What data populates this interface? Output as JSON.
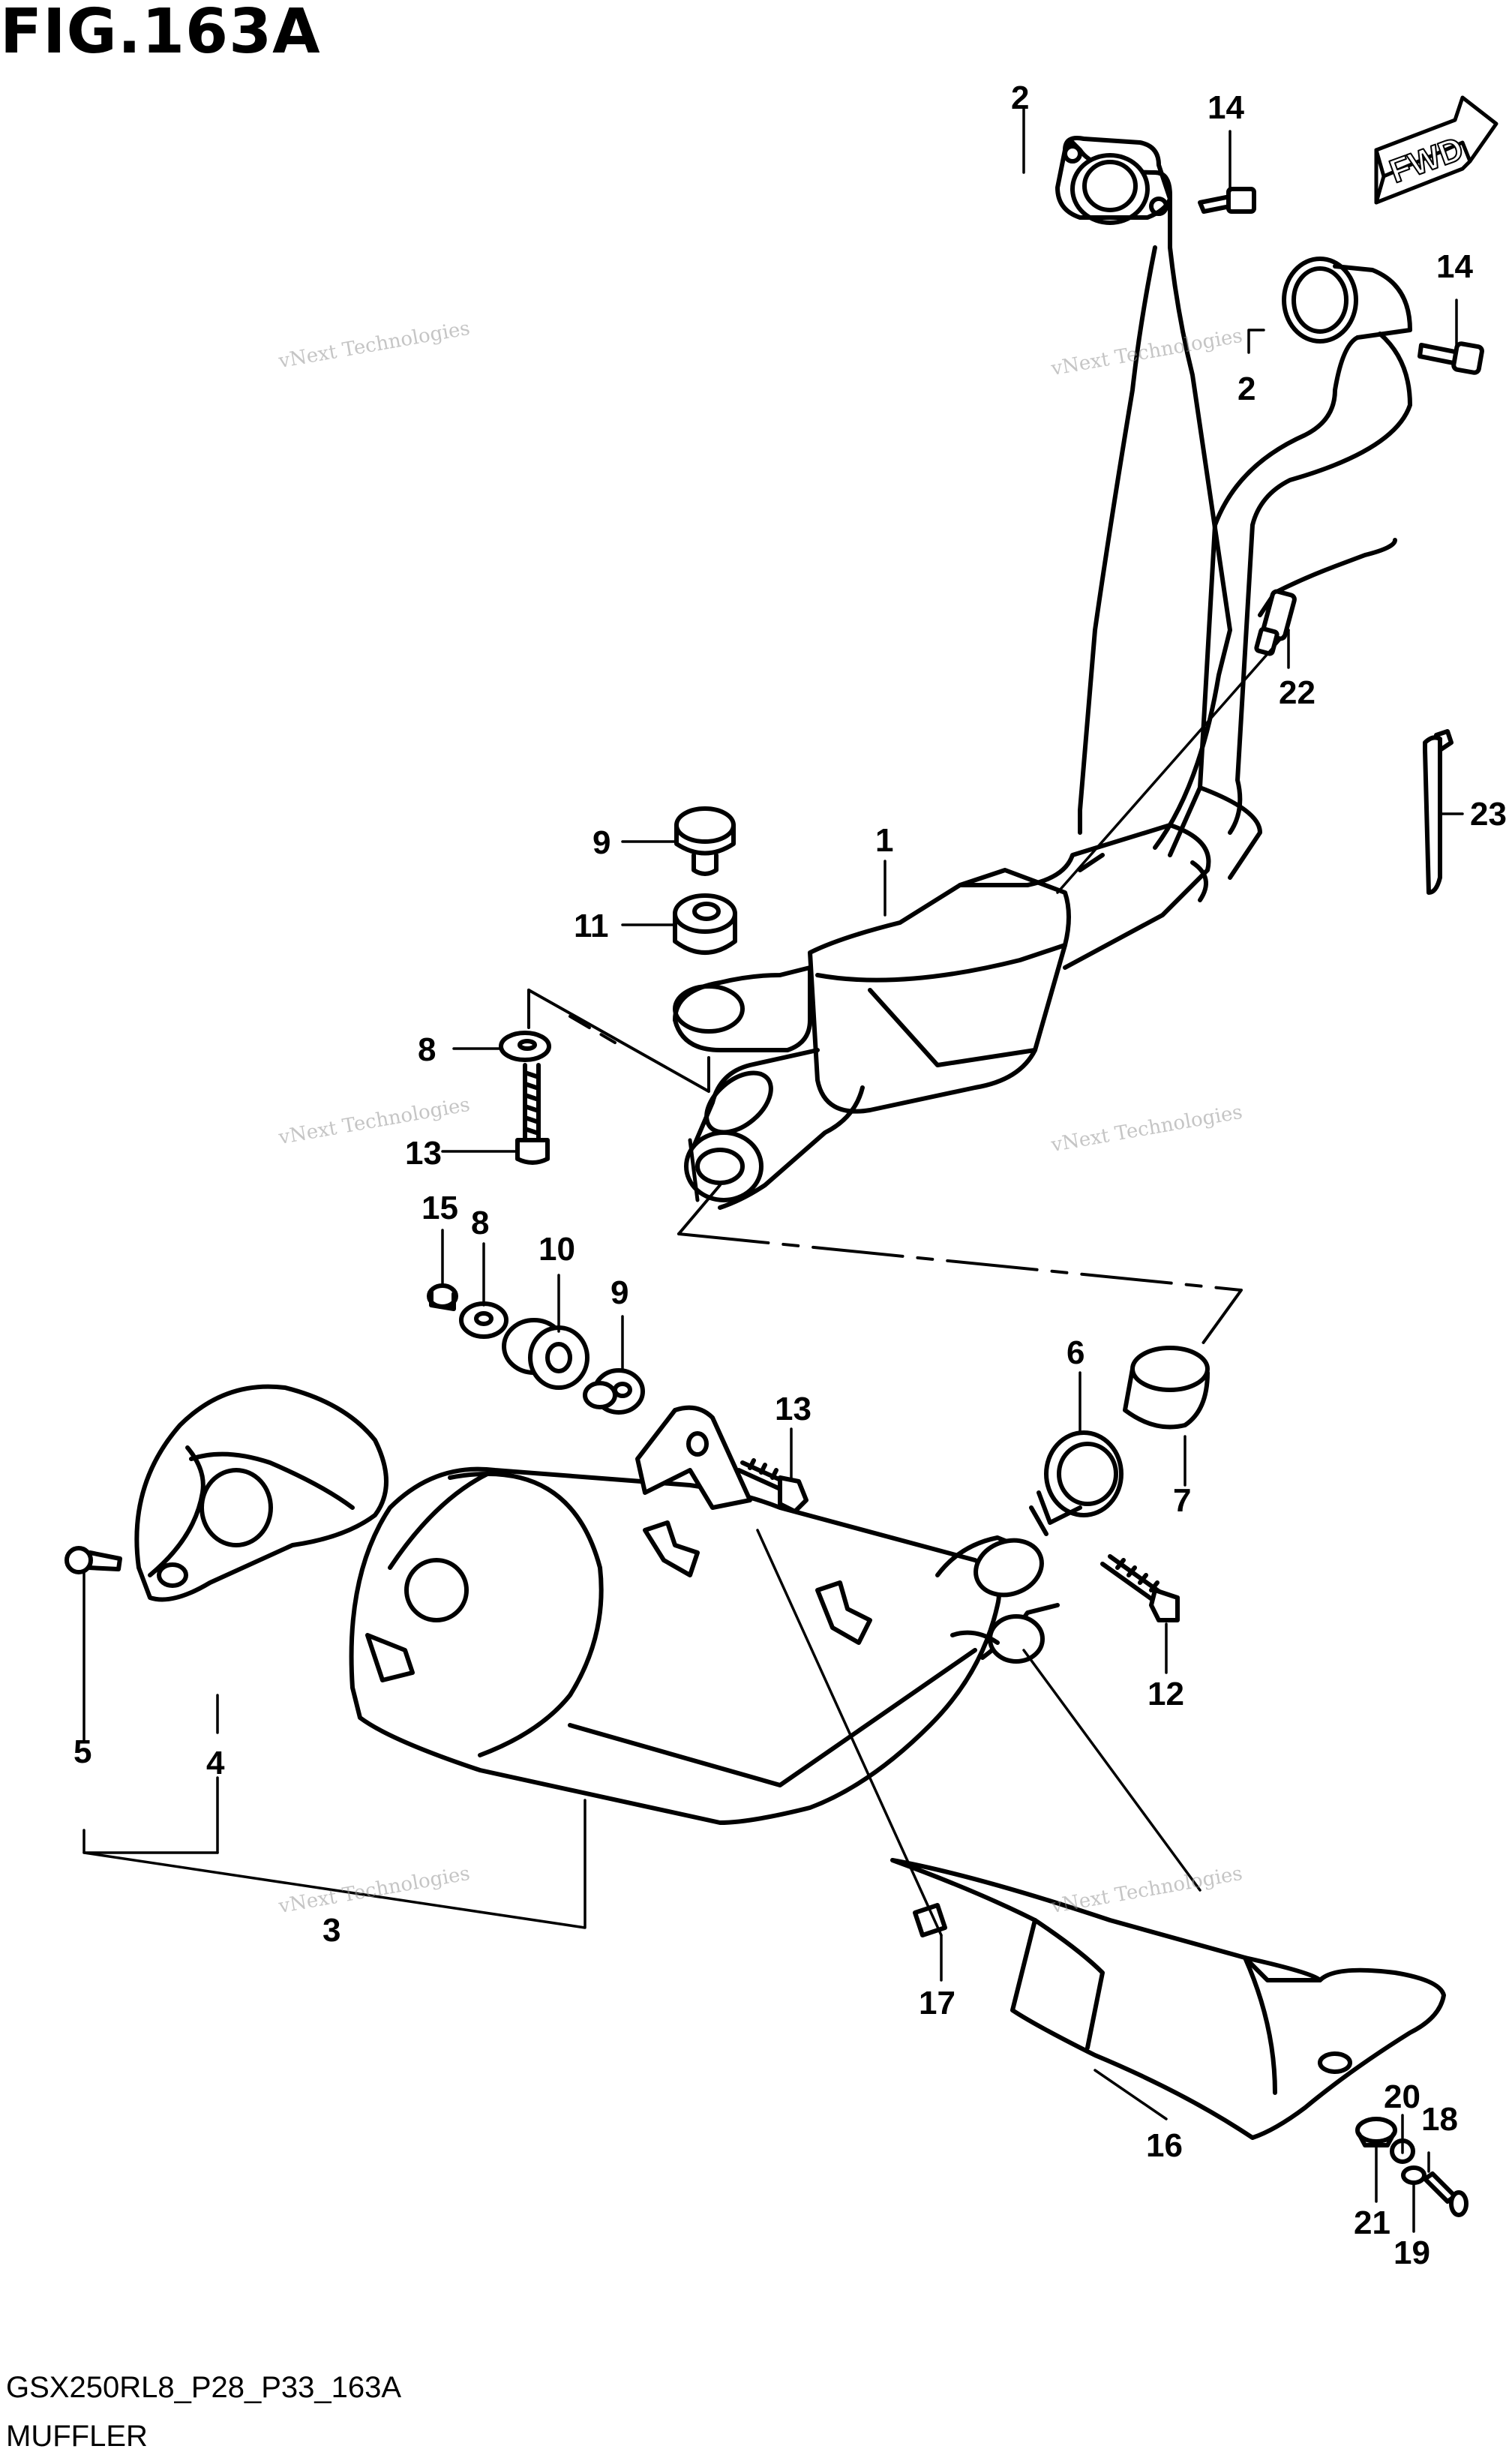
{
  "figure": {
    "title": "FIG.163A",
    "code": "GSX250RL8_P28_P33_163A",
    "name": "MUFFLER",
    "fwd_label": "FWD"
  },
  "watermark": {
    "line1": "vNext Technologies",
    "line2": "vNext Technologies"
  },
  "callouts": [
    "1",
    "2",
    "2",
    "3",
    "4",
    "5",
    "6",
    "7",
    "8",
    "8",
    "9",
    "9",
    "10",
    "11",
    "12",
    "13",
    "13",
    "14",
    "14",
    "15",
    "16",
    "17",
    "18",
    "19",
    "20",
    "21",
    "22",
    "23"
  ]
}
